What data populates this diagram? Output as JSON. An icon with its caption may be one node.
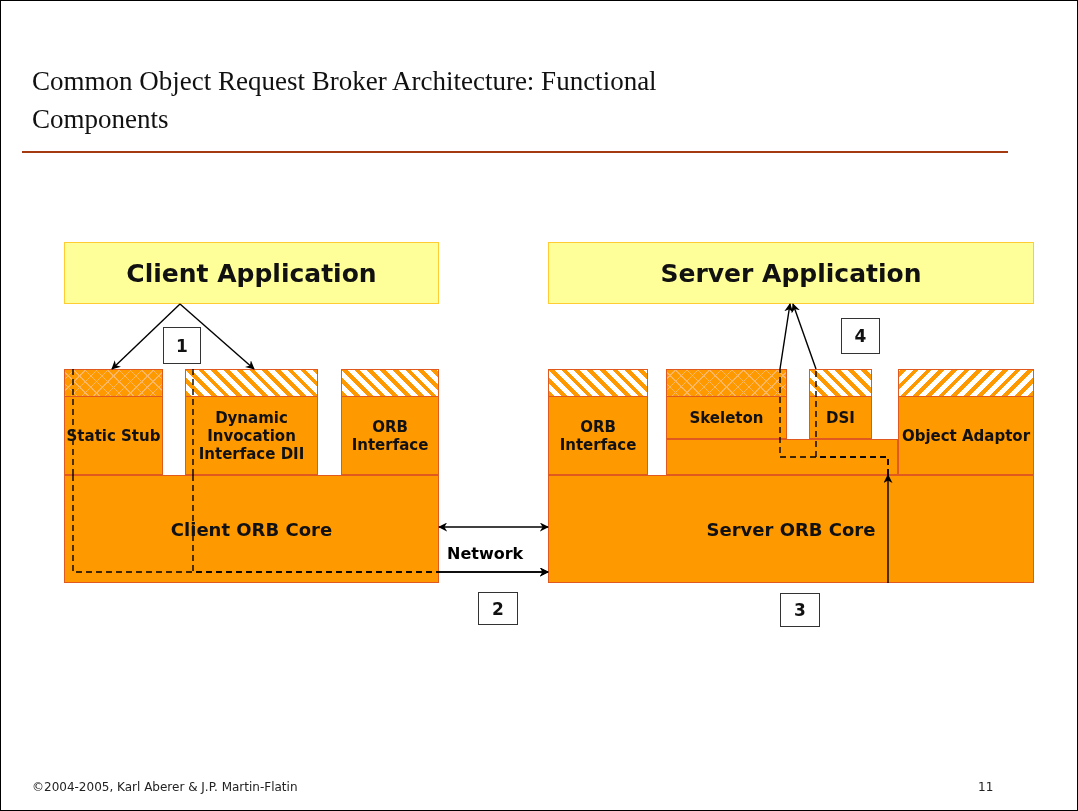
{
  "diagram": {
    "title": "Common Object Request Broker Architecture: Functional Components",
    "nodes": [
      {
        "text": [
          "Client Application"
        ]
      },
      {
        "text": [
          "Static Stub"
        ]
      },
      {
        "text": [
          "Dynamic Invocation Interface DII"
        ]
      },
      {
        "text": [
          "ORB Interface"
        ]
      },
      {
        "text": [
          "Client ORB Core"
        ]
      },
      {
        "text": [
          "Server Application"
        ]
      },
      {
        "text": [
          "ORB Interface"
        ]
      },
      {
        "text": [
          "Skeleton"
        ]
      },
      {
        "text": [
          "DSI"
        ]
      },
      {
        "text": [],
        "shape": "box"
      },
      {
        "text": [
          "Object Adaptor"
        ]
      },
      {
        "text": [
          "Server ORB Core"
        ]
      },
      {
        "text": [
          "1"
        ]
      },
      {
        "text": [
          "2"
        ]
      },
      {
        "text": [
          "3"
        ]
      },
      {
        "text": [
          "4"
        ]
      }
    ],
    "edges": [
      {
        "from": 0,
        "to": 1,
        "arrow": "to"
      },
      {
        "from": 0,
        "to": 2,
        "arrow": "to"
      },
      {
        "from": 4,
        "to": 11,
        "arrow": "both",
        "label": "Network"
      },
      {
        "from": 1,
        "to": 4,
        "arrow": "none",
        "style": "dashed"
      },
      {
        "from": 2,
        "to": 4,
        "arrow": "none",
        "style": "dashed"
      },
      {
        "from": 4,
        "to": 11,
        "arrow": "to",
        "style": "dashed"
      },
      {
        "from": 4,
        "to": 11,
        "arrow": "to",
        "style": "dashed"
      },
      {
        "from": 11,
        "to": 9,
        "arrow": "to"
      },
      {
        "from": 9,
        "to": 7,
        "arrow": "none",
        "style": "dashed"
      },
      {
        "from": 9,
        "to": 8,
        "arrow": "none",
        "style": "dashed"
      },
      {
        "from": 7,
        "to": 5,
        "arrow": "to"
      },
      {
        "from": 8,
        "to": 5,
        "arrow": "to"
      }
    ],
    "labels": [
      "©2004-2005, Karl Aberer & J.P. Martin-Flatin",
      "11"
    ]
  }
}
